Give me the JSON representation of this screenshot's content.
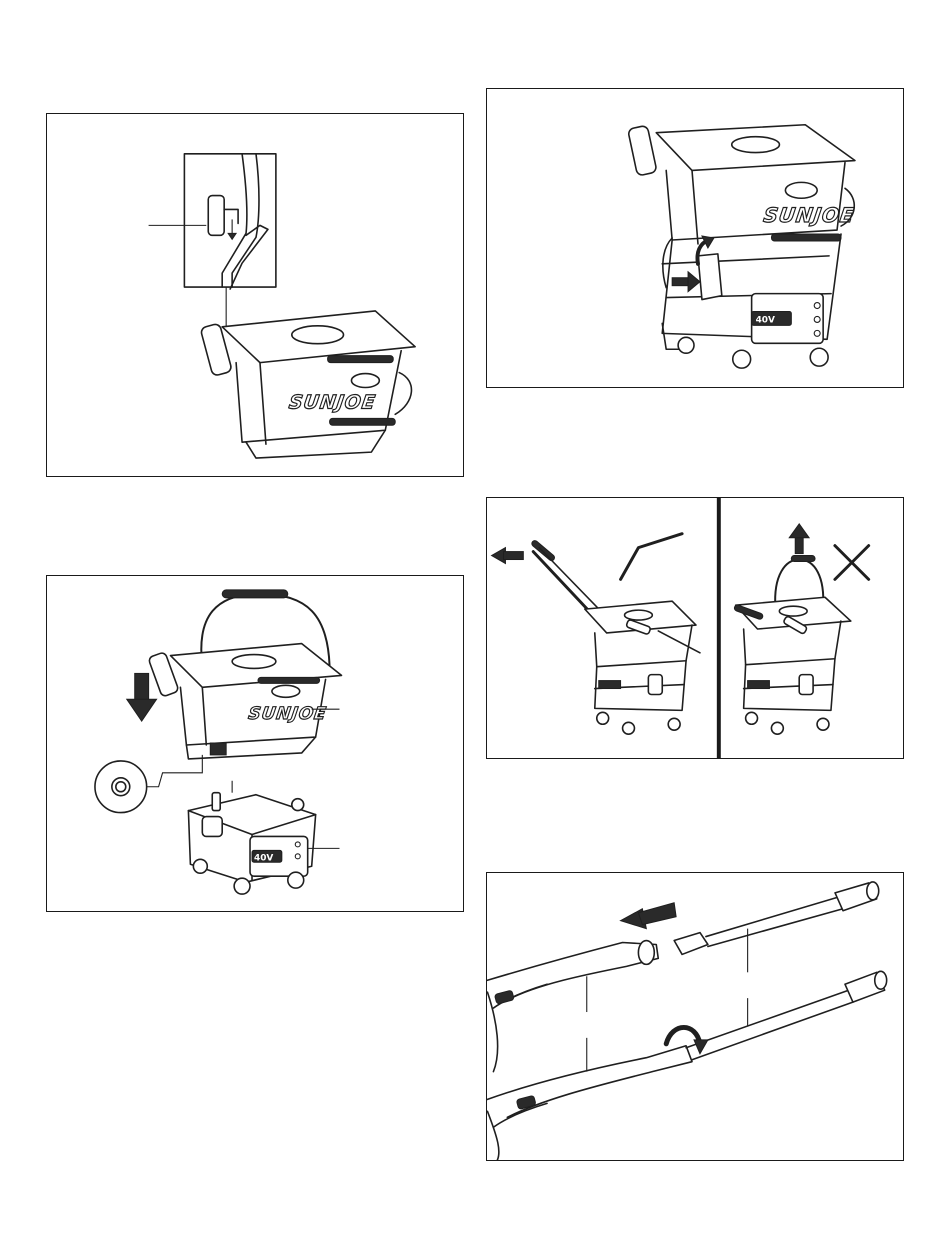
{
  "brand": {
    "logo_text": "SUNJOE",
    "badge_text": "40V",
    "ink_color": "#1f1f1f",
    "background_color": "#ffffff"
  },
  "figures": {
    "fig_hook": {
      "icons": [
        "pointer-line",
        "arrow-down-icon"
      ]
    },
    "fig_tank_top": {
      "icons": [
        "arrow-up-curved-icon",
        "arrow-right-icon"
      ]
    },
    "fig_mount_tank": {
      "icons": [
        "arrow-down-icon",
        "pointer-line",
        "pointer-line"
      ]
    },
    "fig_carry": {
      "correct_mark": "check-icon",
      "wrong_mark": "cross-icon",
      "icons": [
        "arrow-left-icon",
        "arrow-up-icon"
      ]
    },
    "fig_wand": {
      "icons": [
        "arrow-left-icon",
        "rotate-arrow-icon"
      ]
    }
  }
}
